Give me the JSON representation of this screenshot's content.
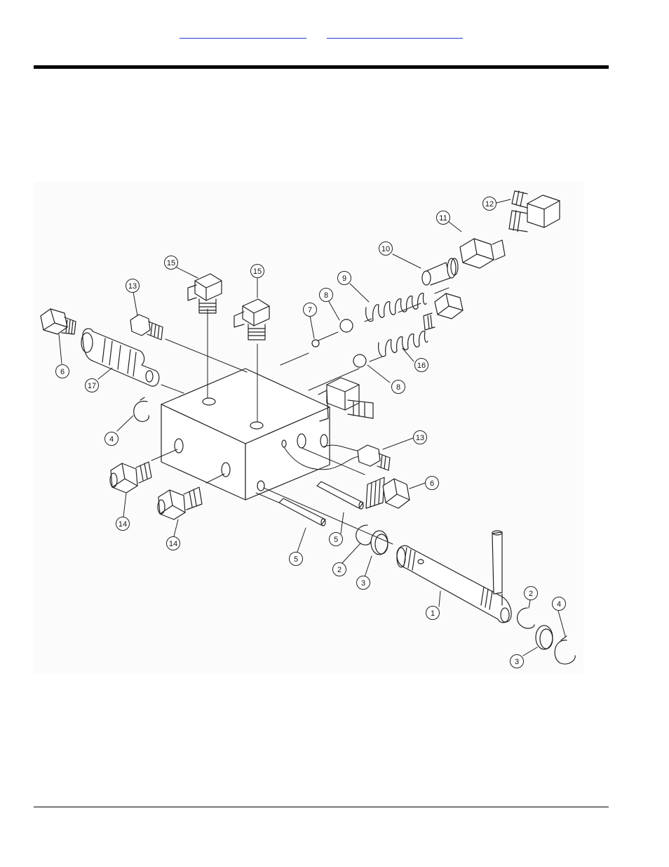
{
  "header": {
    "links": [
      "",
      ""
    ]
  },
  "diagram": {
    "callouts": [
      {
        "id": "c12",
        "label": "12"
      },
      {
        "id": "c11",
        "label": "11"
      },
      {
        "id": "c10",
        "label": "10"
      },
      {
        "id": "c15a",
        "label": "15"
      },
      {
        "id": "c15b",
        "label": "15"
      },
      {
        "id": "c13a",
        "label": "13"
      },
      {
        "id": "c9",
        "label": "9"
      },
      {
        "id": "c8a",
        "label": "8"
      },
      {
        "id": "c7",
        "label": "7"
      },
      {
        "id": "c6a",
        "label": "6"
      },
      {
        "id": "c17",
        "label": "17"
      },
      {
        "id": "c16",
        "label": "16"
      },
      {
        "id": "c8b",
        "label": "8"
      },
      {
        "id": "c4a",
        "label": "4"
      },
      {
        "id": "c13b",
        "label": "13"
      },
      {
        "id": "c6b",
        "label": "6"
      },
      {
        "id": "c14a",
        "label": "14"
      },
      {
        "id": "c14b",
        "label": "14"
      },
      {
        "id": "c5a",
        "label": "5"
      },
      {
        "id": "c5b",
        "label": "5"
      },
      {
        "id": "c2a",
        "label": "2"
      },
      {
        "id": "c3a",
        "label": "3"
      },
      {
        "id": "c1",
        "label": "1"
      },
      {
        "id": "c2b",
        "label": "2"
      },
      {
        "id": "c4b",
        "label": "4"
      },
      {
        "id": "c3b",
        "label": "3"
      }
    ]
  }
}
